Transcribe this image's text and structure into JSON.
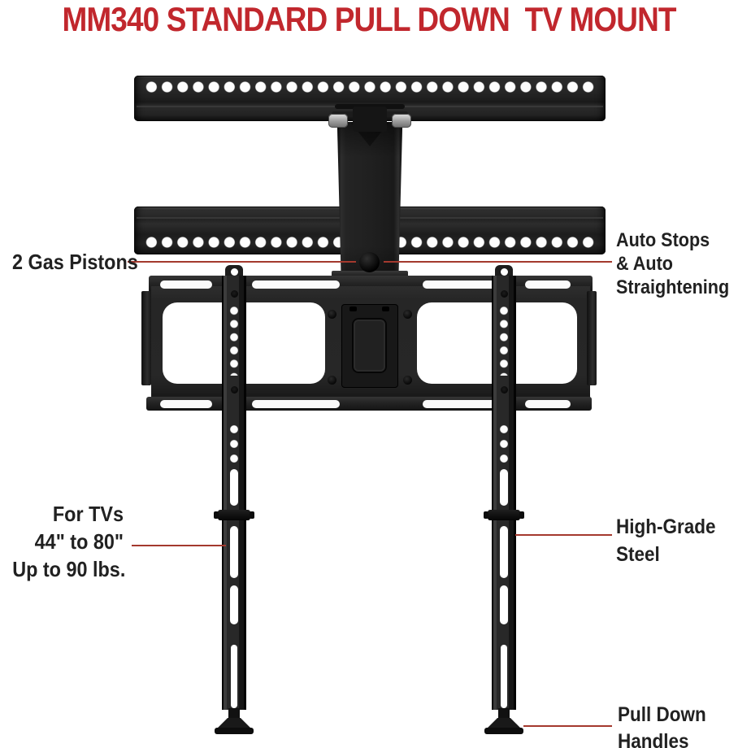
{
  "title": {
    "text": "MM340 STANDARD PULL DOWN  TV MOUNT"
  },
  "callouts": {
    "gas_pistons": {
      "text": "2 Gas Pistons"
    },
    "auto_stops": {
      "lines": [
        "Auto Stops",
        "& Auto",
        "Straightening"
      ]
    },
    "tv_range": {
      "lines": [
        "For TVs",
        "44\" to 80\"",
        "Up to 90 lbs."
      ]
    },
    "high_grade_steel": {
      "lines": [
        "High-Grade",
        "Steel"
      ]
    },
    "pull_down_handles": {
      "lines": [
        "Pull Down",
        "Handles"
      ]
    }
  },
  "colors": {
    "accent_red": "#c1272d",
    "leader_line": "#a4392e",
    "label_text": "#212121",
    "mount_black": "#1e1e1e",
    "background": "#ffffff"
  }
}
